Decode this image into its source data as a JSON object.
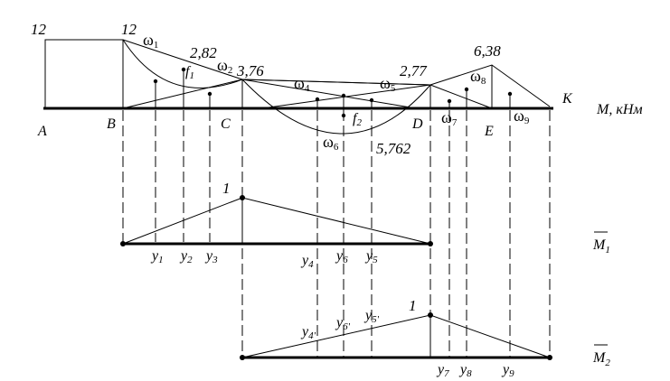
{
  "moment_diagram": {
    "values": {
      "a": "12",
      "b": "12",
      "c1": "2,82",
      "c": "3,76",
      "f1": "f",
      "f1_sub": "1",
      "f2": "f",
      "f2_sub": "2",
      "mid": "5,762",
      "d": "2,77",
      "e": "6,38"
    },
    "points": {
      "A": "A",
      "B": "B",
      "C": "C",
      "D": "D",
      "E": "E",
      "K": "K"
    },
    "axis_label": "M, кНм",
    "areas": [
      {
        "sym": "ω",
        "sub": "1"
      },
      {
        "sym": "ω",
        "sub": "2"
      },
      {
        "sym": "ω",
        "sub": "4"
      },
      {
        "sym": "ω",
        "sub": "5"
      },
      {
        "sym": "ω",
        "sub": "6"
      },
      {
        "sym": "ω",
        "sub": "7"
      },
      {
        "sym": "ω",
        "sub": "8"
      },
      {
        "sym": "ω",
        "sub": "9"
      }
    ]
  },
  "unit_diagram_1": {
    "peak": "1",
    "label": "M",
    "label_sub": "1",
    "ordinates": [
      {
        "sym": "y",
        "sub": "1"
      },
      {
        "sym": "y",
        "sub": "2"
      },
      {
        "sym": "y",
        "sub": "3"
      },
      {
        "sym": "y",
        "sub": "4"
      },
      {
        "sym": "y",
        "sub": "6"
      },
      {
        "sym": "y",
        "sub": "5"
      }
    ]
  },
  "unit_diagram_2": {
    "peak": "1",
    "label": "M",
    "label_sub": "2",
    "ordinates": [
      {
        "sym": "y",
        "sub": "4'"
      },
      {
        "sym": "y",
        "sub": "6'"
      },
      {
        "sym": "y",
        "sub": "5'"
      },
      {
        "sym": "y",
        "sub": "7"
      },
      {
        "sym": "y",
        "sub": "8"
      },
      {
        "sym": "y",
        "sub": "9"
      }
    ]
  }
}
